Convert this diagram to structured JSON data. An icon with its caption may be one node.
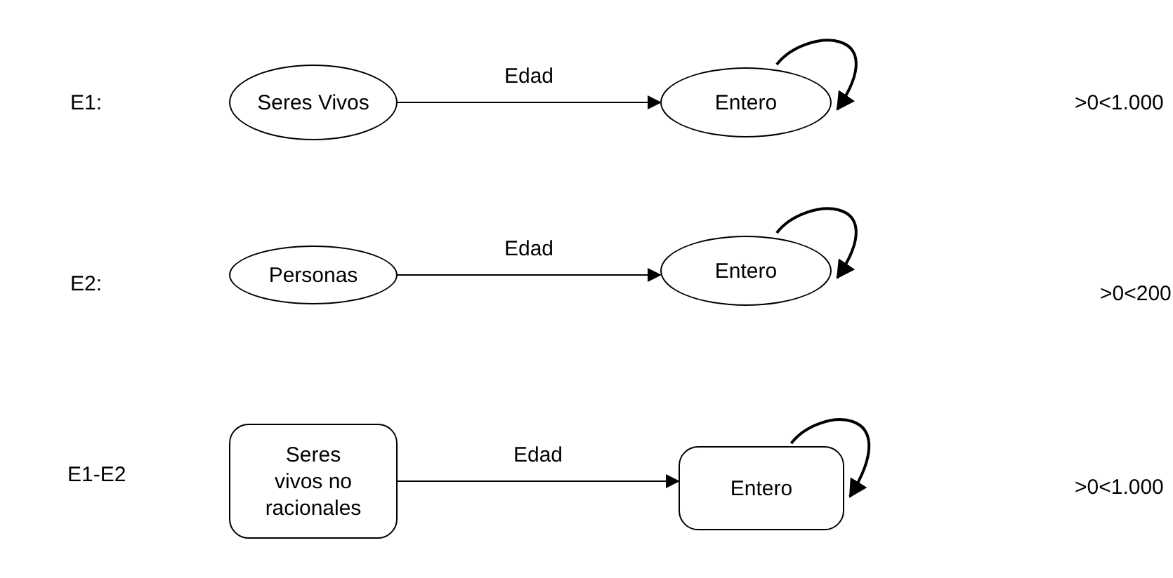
{
  "diagram": {
    "nodes": [
      {
        "text": [
          "Seres Vivos"
        ]
      },
      {
        "text": [
          "Entero"
        ]
      },
      {
        "text": [
          "Personas"
        ]
      },
      {
        "text": [
          "Entero"
        ]
      },
      {
        "text": [
          "Seres vivos no racionales"
        ]
      },
      {
        "text": [
          "Entero"
        ]
      }
    ],
    "edges": [
      {
        "from": 0,
        "to": 1,
        "arrow": "to",
        "label": "Edad"
      },
      {
        "from": 1,
        "to": 1,
        "arrow": "to"
      },
      {
        "from": 2,
        "to": 3,
        "arrow": "to",
        "label": "Edad"
      },
      {
        "from": 3,
        "to": 3,
        "arrow": "to"
      },
      {
        "from": 4,
        "to": 5,
        "arrow": "to",
        "label": "Edad"
      },
      {
        "from": 5,
        "to": 5,
        "arrow": "to"
      }
    ],
    "labels": [
      "E1:",
      ">0<1.000",
      "E2:",
      ">0<200",
      "E1-E2",
      ">0<1.000"
    ]
  }
}
